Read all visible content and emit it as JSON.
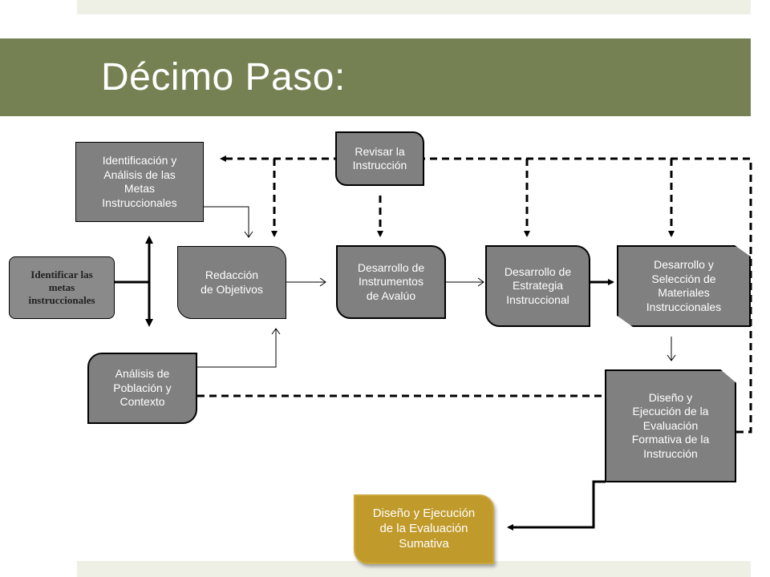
{
  "slide": {
    "title": "Décimo Paso:"
  },
  "diagram": {
    "boxes": {
      "identificar_metas": "Identificar las\nmetas\ninstruccionales",
      "identificacion_analisis": "Identificación y\nAnálisis de las\nMetas\nInstruccionales",
      "analisis_poblacion": "Análisis de\nPoblación y\nContexto",
      "redaccion_objetivos": "Redacción\nde Objetivos",
      "revisar_instruccion": "Revisar la\nInstrucción",
      "desarrollo_instrumentos": "Desarrollo de\nInstrumentos\nde Avalúo",
      "desarrollo_estrategia": "Desarrollo de\nEstrategia\nInstruccional",
      "desarrollo_materiales": "Desarrollo y\nSelección de\nMateriales\nInstruccionales",
      "evaluacion_formativa": "Diseño y\nEjecución de la\nEvaluación\nFormativa de la\nInstrucción",
      "evaluacion_sumativa": "Diseño y Ejecución\nde la Evaluación\nSumativa"
    },
    "colors": {
      "title_bar": "#758152",
      "box_fill": "#808080",
      "highlight_box": "#c09a2a"
    }
  }
}
